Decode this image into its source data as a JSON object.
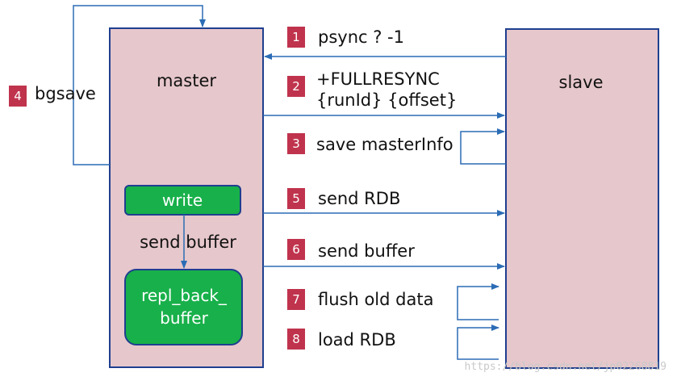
{
  "nodes": {
    "master": "master",
    "slave": "slave",
    "write": "write",
    "repl_line1": "repl_back_",
    "repl_line2": "buffer"
  },
  "labels": {
    "bgsave": "bgsave",
    "send_buffer_inner": "send buffer"
  },
  "steps": [
    {
      "num": "1",
      "text": "psync ? -1"
    },
    {
      "num": "2",
      "text": "+FULLRESYNC",
      "text2": "{runId} {offset}"
    },
    {
      "num": "3",
      "text": "save masterInfo"
    },
    {
      "num": "4",
      "text": "bgsave"
    },
    {
      "num": "5",
      "text": "send RDB"
    },
    {
      "num": "6",
      "text": "send buffer"
    },
    {
      "num": "7",
      "text": "flush old data"
    },
    {
      "num": "8",
      "text": "load RDB"
    }
  ],
  "watermark": "https://blog.csdn.net/jp02268819",
  "colors": {
    "box_fill": "#e6c7cb",
    "box_stroke": "#1f3f8f",
    "badge": "#c0334d",
    "green": "#18b04a",
    "green_stroke": "#1f3f8f",
    "arrow": "#2b6cb5"
  }
}
